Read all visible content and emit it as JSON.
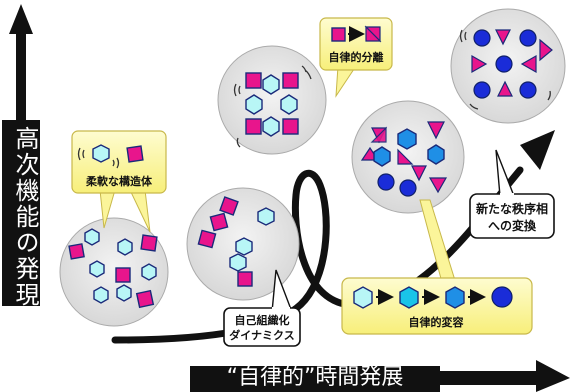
{
  "axes": {
    "vertical_label": "高次機能の発現",
    "horizontal_label": "“自律的”時間発展"
  },
  "callouts": {
    "flexible_structure": "柔軟な構造体",
    "autonomous_separation": "自律的分離",
    "self_organization_line1": "自己組織化",
    "self_organization_line2": "ダイナミクス",
    "autonomous_transformation": "自律的変容",
    "new_order_line1": "新たな秩序相",
    "new_order_line2": "への変換"
  },
  "colors": {
    "magenta": "#e8158c",
    "cyan_light": "#b8f6f6",
    "cyan": "#19c4e8",
    "azure": "#1f8fe6",
    "blue": "#1a2cd8",
    "callout_yellow": "#fbf59a"
  },
  "icons": [
    "hexagon-shape",
    "square-shape",
    "triangle-shape",
    "circle-shape",
    "motion-marks",
    "arrow-right"
  ]
}
